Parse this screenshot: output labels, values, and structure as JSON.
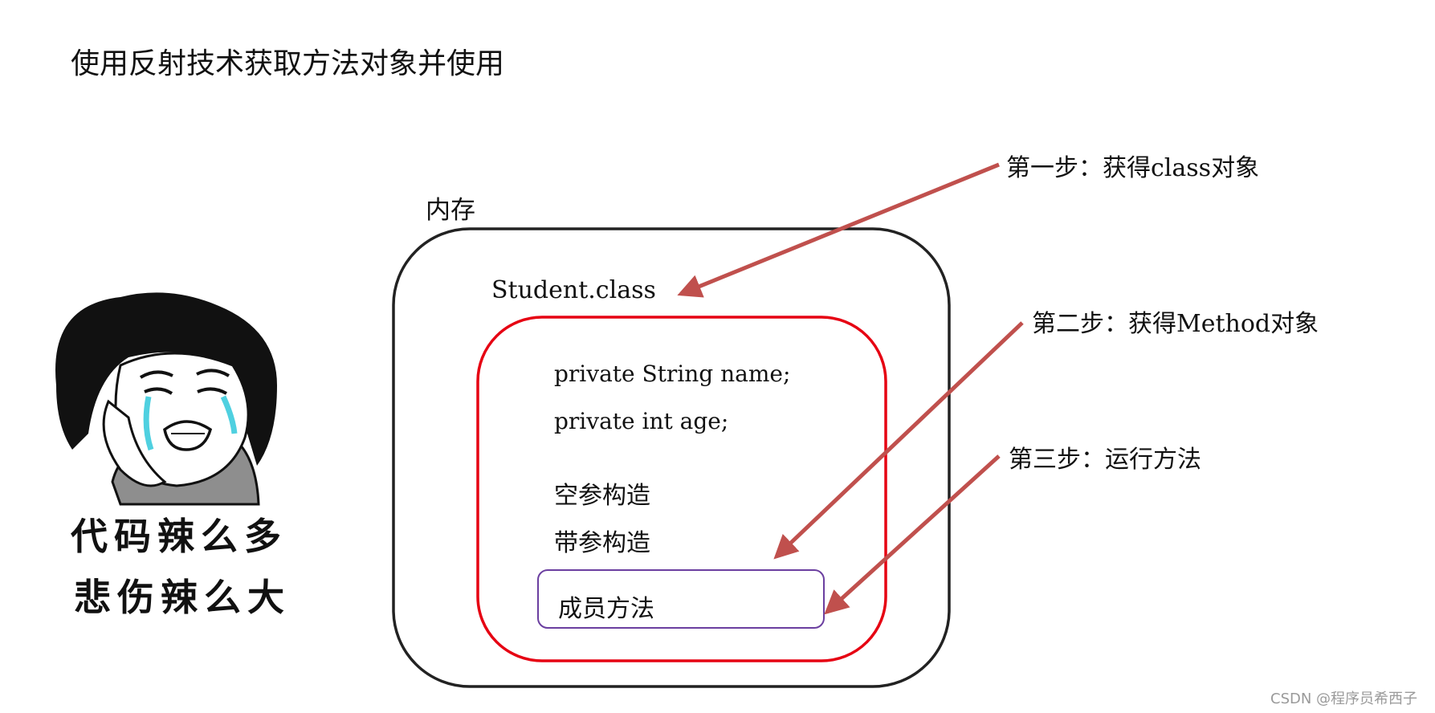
{
  "title": "使用反射技术获取方法对象并使用",
  "memory": {
    "label": "内存",
    "class_name": "Student.class",
    "members": [
      "private String name;",
      "private int age;",
      "空参构造",
      "带参构造"
    ],
    "method_box_label": "成员方法"
  },
  "steps": [
    "第一步：获得class对象",
    "第二步：获得Method对象",
    "第三步：运行方法"
  ],
  "meme": {
    "lines": [
      "代码辣么多",
      "悲伤辣么大"
    ],
    "image": "crying-cartoon-face"
  },
  "watermark": "CSDN @程序员希西子",
  "colors": {
    "memory_border": "#222222",
    "class_border": "#e60012",
    "method_border": "#6b3fa0",
    "arrow": "#c0504d"
  }
}
